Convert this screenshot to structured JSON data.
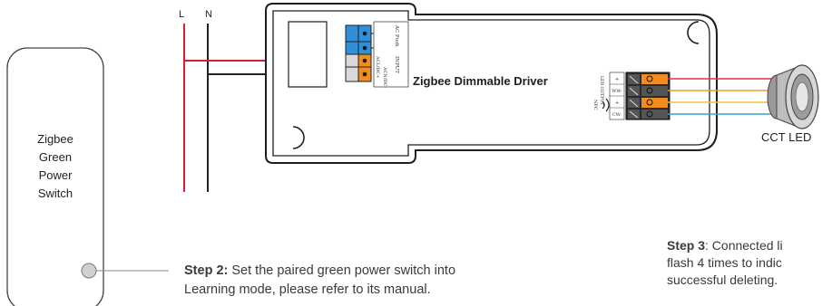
{
  "wires": {
    "live_label": "L",
    "neutral_label": "N"
  },
  "switch": {
    "label_lines": [
      "Zigbee",
      "Green",
      "Power",
      "Switch"
    ]
  },
  "driver": {
    "title": "Zigbee Dimmable Driver",
    "input_terminals": [
      "ACL/DC+",
      "ACN/DC-"
    ],
    "input_label": "INPUT",
    "push_label": "AC Push",
    "output_label": "LED OUTPUT",
    "output_terminals": [
      "+",
      "WW-",
      "+",
      "CW-"
    ]
  },
  "led": {
    "label": "CCT LED"
  },
  "steps": {
    "step2": {
      "title": "Step 2:",
      "line1": " Set the paired green power switch into",
      "line2": "Learning mode, please refer to its manual."
    },
    "step3": {
      "title": "Step 3",
      "line1": ": Connected li",
      "line2": "flash 4 times to indic",
      "line3": "successful deleting."
    }
  },
  "colors": {
    "live_wire": "#d9202f",
    "neutral_wire": "#222222",
    "terminal_blue": "#2f8fd8",
    "terminal_orange": "#f28c1e",
    "terminal_gray": "#555555",
    "output_red": "#e2343a",
    "output_orange": "#f29a2e",
    "output_yellow": "#e8c53a",
    "output_blue": "#3aa0d8"
  }
}
